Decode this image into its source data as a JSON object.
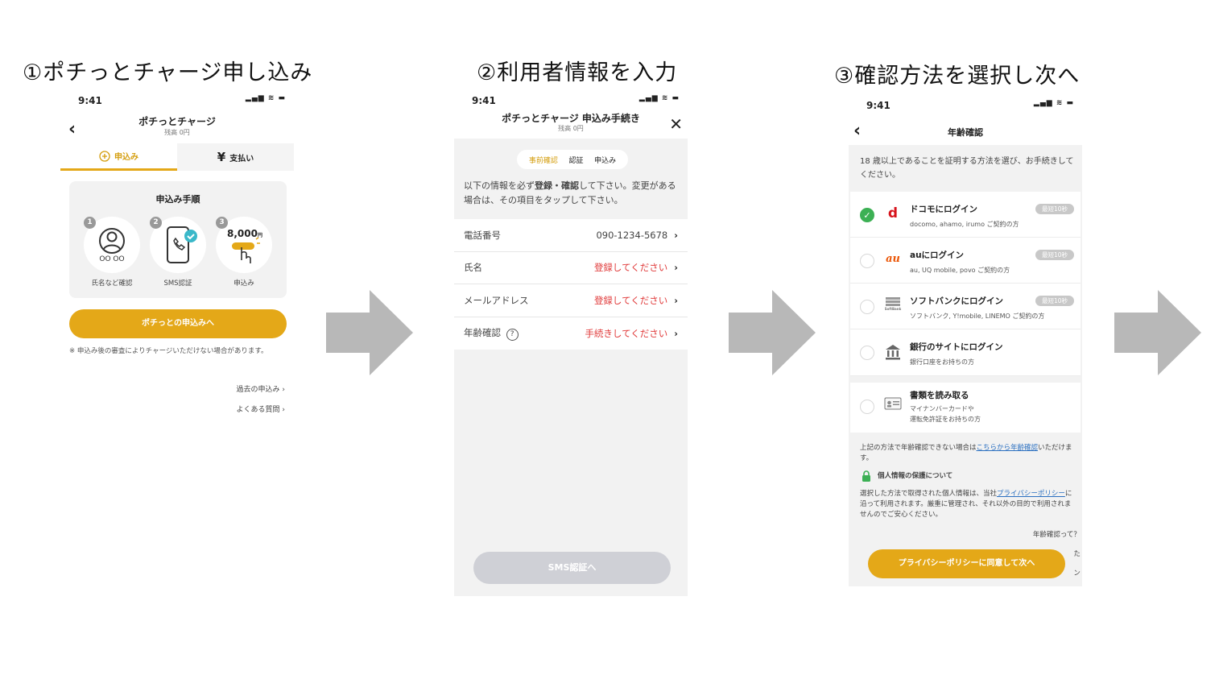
{
  "steps": [
    {
      "title": "①ポチっとチャージ申し込み"
    },
    {
      "title": "②利用者情報を入力"
    },
    {
      "title": "③確認方法を選択し次へ"
    }
  ],
  "status_bar": {
    "time": "9:41",
    "indicators": "▂▄▆ ≋ ▬"
  },
  "screen1": {
    "title": "ポチっとチャージ",
    "balance": "残高 0円",
    "tabs": [
      {
        "label": "申込み",
        "icon": "plus-circle-icon"
      },
      {
        "label": "支払い",
        "icon": "yen-icon"
      }
    ],
    "card_title": "申込み手順",
    "steps": [
      {
        "number": "1",
        "label": "氏名など確認",
        "caption": "OO OO"
      },
      {
        "number": "2",
        "label": "SMS認証"
      },
      {
        "number": "3",
        "label": "申込み",
        "amount": "8,000",
        "unit": "円"
      }
    ],
    "cta": "ポチっとの申込みへ",
    "note": "※ 申込み後の審査によりチャージいただけない場合があります。",
    "links": [
      "過去の申込み ›",
      "よくある質問 ›"
    ]
  },
  "screen2": {
    "title": "ポチっとチャージ 申込み手続き",
    "balance": "残高 0円",
    "close": "✕",
    "pills": [
      "事前確認",
      "認証",
      "申込み"
    ],
    "intro_1": "以下の情報を必ず",
    "intro_bold": "登録・確認",
    "intro_2": "して下さい。変更がある場合は、その項目をタップして下さい。",
    "rows": [
      {
        "label": "電話番号",
        "value": "090-1234-5678"
      },
      {
        "label": "氏名",
        "value": "登録してください"
      },
      {
        "label": "メールアドレス",
        "value": "登録してください"
      },
      {
        "label": "年齢確認",
        "value": "手続きしてください"
      }
    ],
    "chevron": "›",
    "help": "?",
    "sms_button": "SMS認証へ"
  },
  "screen3": {
    "title": "年齢確認",
    "intro": "18 歳以上であることを証明する方法を選び、お手続きしてください。",
    "options": [
      {
        "title": "ドコモにログイン",
        "sub": "docomo, ahamo, irumo ご契約の方",
        "badge": "最短10秒",
        "logo": "d",
        "selected": true
      },
      {
        "title": "auにログイン",
        "sub": "au, UQ mobile, povo ご契約の方",
        "badge": "最短10秒",
        "logo": "au"
      },
      {
        "title": "ソフトバンクにログイン",
        "sub": "ソフトバンク, Y!mobile, LINEMO ご契約の方",
        "badge": "最短10秒",
        "logo": "SoftBank"
      },
      {
        "title": "銀行のサイトにログイン",
        "sub": "銀行口座をお持ちの方",
        "logo": "bank-icon"
      },
      {
        "title": "書類を読み取る",
        "sub": "マイナンバーカードや",
        "sub2": "運転免許証をお持ちの方",
        "logo": "id-card-icon"
      }
    ],
    "fallback_1": "上記の方法で年齢確認できない場合は",
    "fallback_link": "こちらから年齢確認",
    "fallback_2": "いただけます。",
    "privacy_title": "個人情報の保護について",
    "privacy_1": "選択した方法で取得された個人情報は、当社",
    "privacy_link": "プライバシーポリシー",
    "privacy_2": "に沿って利用されます。厳重に管理され、それ以外の目的で利用されませんのでご安心ください。",
    "faq_link": "年齢確認って？ ›",
    "hidden_1": "た ›",
    "hidden_2": "ン ›",
    "cta": "プライバシーポリシーに同意して次へ"
  }
}
